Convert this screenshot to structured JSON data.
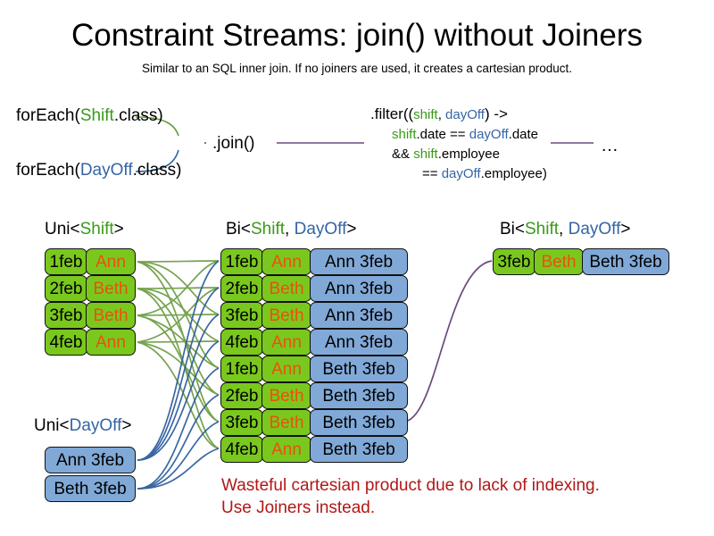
{
  "slide": {
    "title": "Constraint Streams: join() without Joiners",
    "subtitle": "Similar to an SQL inner join. If no joiners are used, it creates a cartesian product.",
    "warning_line1": "Wasteful cartesian product due to lack of indexing.",
    "warning_line2": "Use Joiners instead."
  },
  "colors": {
    "shift_green": "#3a9a18",
    "dayoff_blue": "#3465a4",
    "box_green": "#7ac81e",
    "box_blue": "#81a9d7",
    "name_orange": "#e8520e",
    "warning_red": "#b21717",
    "connector_green": "#5f9e3a",
    "connector_blue": "#2f5f9e",
    "connector_purple": "#6b4a7e"
  },
  "code": {
    "foreach_shift": {
      "prefix": "forEach(",
      "type": "Shift",
      "suffix": ".class)"
    },
    "foreach_dayoff": {
      "prefix": "forEach(",
      "type": "DayOff",
      "suffix": ".class)"
    },
    "join_label": ".join()",
    "ellipsis": "…",
    "filter": {
      "line1_a": ".filter((",
      "line1_shift": "shift",
      "line1_comma": ", ",
      "line1_dayoff": "dayOff",
      "line1_b": ") ->",
      "line2_shift": "shift",
      "line2_a": ".date == ",
      "line2_dayoff": "dayOff",
      "line2_b": ".date",
      "line3_a": "&& ",
      "line3_shift": "shift",
      "line3_b": ".employee",
      "line4_a": "== ",
      "line4_dayoff": "dayOff",
      "line4_b": ".employee)"
    }
  },
  "streams": {
    "uni_shift": {
      "label_prefix": "Uni<",
      "label_type": "Shift",
      "label_suffix": ">",
      "rows": [
        {
          "date": "1feb",
          "name": "Ann"
        },
        {
          "date": "2feb",
          "name": "Beth"
        },
        {
          "date": "3feb",
          "name": "Beth"
        },
        {
          "date": "4feb",
          "name": "Ann"
        }
      ]
    },
    "uni_dayoff": {
      "label_prefix": "Uni<",
      "label_type": "DayOff",
      "label_suffix": ">",
      "rows": [
        {
          "dayoff": "Ann 3feb"
        },
        {
          "dayoff": "Beth 3feb"
        }
      ]
    },
    "bi_middle": {
      "label_prefix": "Bi<",
      "label_type1": "Shift",
      "label_comma": ", ",
      "label_type2": "DayOff",
      "label_suffix": ">",
      "rows": [
        {
          "date": "1feb",
          "name": "Ann",
          "dayoff": "Ann 3feb"
        },
        {
          "date": "2feb",
          "name": "Beth",
          "dayoff": "Ann 3feb"
        },
        {
          "date": "3feb",
          "name": "Beth",
          "dayoff": "Ann 3feb"
        },
        {
          "date": "4feb",
          "name": "Ann",
          "dayoff": "Ann 3feb"
        },
        {
          "date": "1feb",
          "name": "Ann",
          "dayoff": "Beth 3feb"
        },
        {
          "date": "2feb",
          "name": "Beth",
          "dayoff": "Beth 3feb"
        },
        {
          "date": "3feb",
          "name": "Beth",
          "dayoff": "Beth 3feb"
        },
        {
          "date": "4feb",
          "name": "Ann",
          "dayoff": "Beth 3feb"
        }
      ]
    },
    "bi_result": {
      "label_prefix": "Bi<",
      "label_type1": "Shift",
      "label_comma": ", ",
      "label_type2": "DayOff",
      "label_suffix": ">",
      "rows": [
        {
          "date": "3feb",
          "name": "Beth",
          "dayoff": "Beth 3feb"
        }
      ]
    }
  }
}
